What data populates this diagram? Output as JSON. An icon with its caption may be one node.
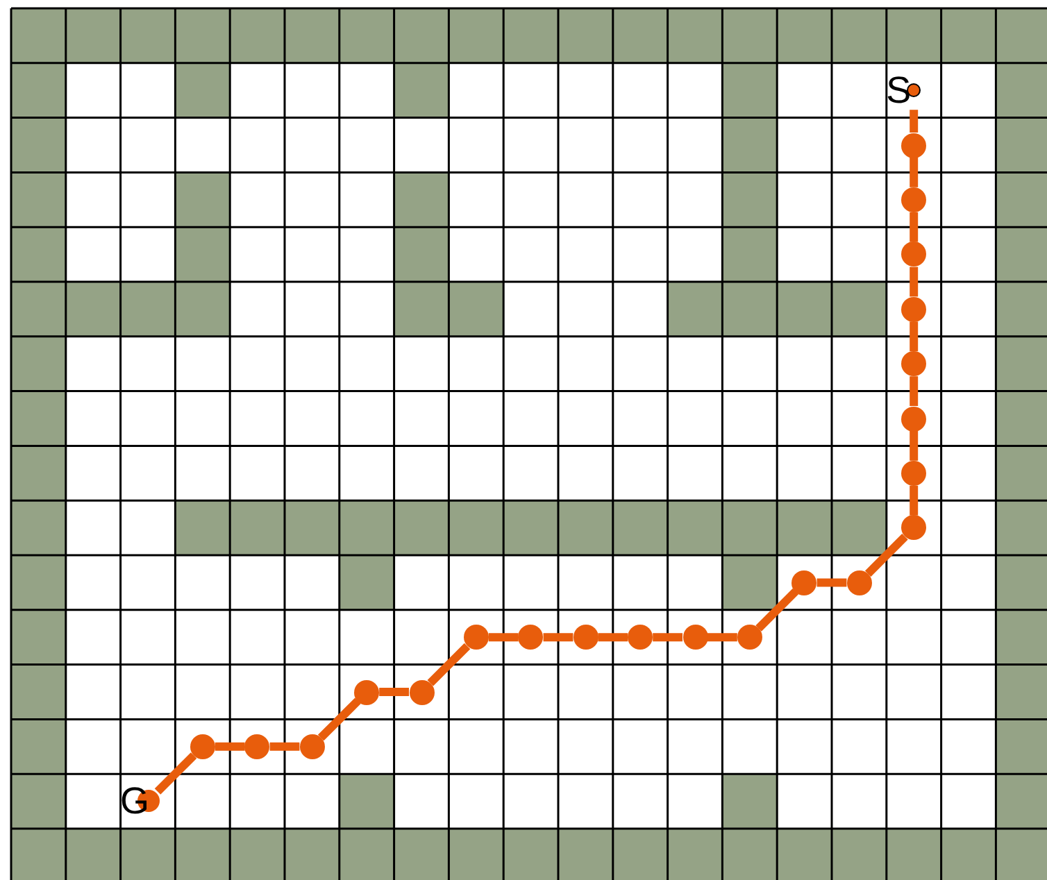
{
  "diagram": {
    "nodes": [
      {
        "text": [
          "S"
        ]
      },
      {
        "text": [],
        "shape": "circle"
      },
      {
        "text": [],
        "shape": "circle"
      },
      {
        "text": [],
        "shape": "circle"
      },
      {
        "text": [],
        "shape": "circle"
      },
      {
        "text": [],
        "shape": "circle"
      },
      {
        "text": [],
        "shape": "circle"
      },
      {
        "text": [],
        "shape": "circle"
      },
      {
        "text": [],
        "shape": "circle"
      },
      {
        "text": [],
        "shape": "circle"
      },
      {
        "text": [],
        "shape": "circle"
      },
      {
        "text": [],
        "shape": "circle"
      },
      {
        "text": [],
        "shape": "circle"
      },
      {
        "text": [],
        "shape": "circle"
      },
      {
        "text": [],
        "shape": "circle"
      },
      {
        "text": [],
        "shape": "circle"
      },
      {
        "text": [],
        "shape": "circle"
      },
      {
        "text": [],
        "shape": "circle"
      },
      {
        "text": [],
        "shape": "circle"
      },
      {
        "text": [],
        "shape": "circle"
      },
      {
        "text": [],
        "shape": "circle"
      },
      {
        "text": [],
        "shape": "circle"
      },
      {
        "text": [
          "G"
        ]
      }
    ],
    "edges": [
      {
        "from": 0,
        "to": 1,
        "arrow": "none"
      },
      {
        "from": 1,
        "to": 2,
        "arrow": "none"
      },
      {
        "from": 2,
        "to": 3,
        "arrow": "none"
      },
      {
        "from": 3,
        "to": 4,
        "arrow": "none"
      },
      {
        "from": 4,
        "to": 5,
        "arrow": "none"
      },
      {
        "from": 5,
        "to": 6,
        "arrow": "none"
      },
      {
        "from": 6,
        "to": 7,
        "arrow": "none"
      },
      {
        "from": 7,
        "to": 8,
        "arrow": "none"
      },
      {
        "from": 8,
        "to": 9,
        "arrow": "none"
      },
      {
        "from": 9,
        "to": 10,
        "arrow": "none"
      },
      {
        "from": 10,
        "to": 11,
        "arrow": "none"
      },
      {
        "from": 11,
        "to": 12,
        "arrow": "none"
      },
      {
        "from": 12,
        "to": 13,
        "arrow": "none"
      },
      {
        "from": 13,
        "to": 14,
        "arrow": "none"
      },
      {
        "from": 14,
        "to": 15,
        "arrow": "none"
      },
      {
        "from": 15,
        "to": 16,
        "arrow": "none"
      },
      {
        "from": 16,
        "to": 17,
        "arrow": "none"
      },
      {
        "from": 17,
        "to": 18,
        "arrow": "none"
      },
      {
        "from": 18,
        "to": 19,
        "arrow": "none"
      },
      {
        "from": 19,
        "to": 20,
        "arrow": "none"
      },
      {
        "from": 20,
        "to": 21,
        "arrow": "none"
      },
      {
        "from": 21,
        "to": 22,
        "arrow": "none"
      }
    ]
  }
}
